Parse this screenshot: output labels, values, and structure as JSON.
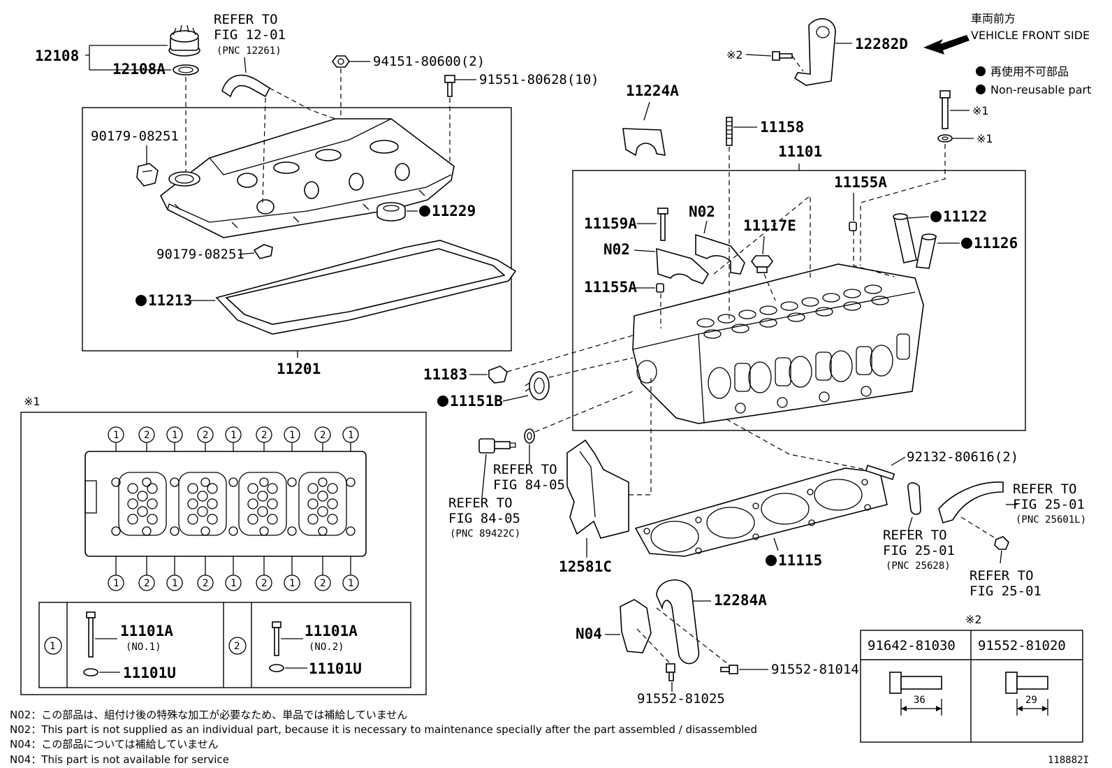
{
  "header": {
    "front_jp": "車両前方",
    "front_en": "VEHICLE FRONT SIDE",
    "legend_jp": "再使用不可部品",
    "legend_en": "Non-reusable part"
  },
  "labels": {
    "p12108": "12108",
    "p12108A": "12108A",
    "ref_12_01_a": "REFER TO",
    "ref_12_01_b": "FIG 12-01",
    "ref_12_01_c": "(PNC 12261)",
    "p94151": "94151-80600(2)",
    "p91551": "91551-80628(10)",
    "p90179_a": "90179-08251",
    "p90179_b": "90179-08251",
    "p11229": "11229",
    "p11213": "11213",
    "p11201": "11201",
    "p12282D": "12282D",
    "mark2_top": "※2",
    "p11224A": "11224A",
    "p11158": "11158",
    "p11101": "11101",
    "p11155A_top": "11155A",
    "mark1_bolt": "※1",
    "mark1_washer": "※1",
    "p11159A": "11159A",
    "pN02_a": "N02",
    "p11117E": "11117E",
    "pN02_b": "N02",
    "p11122": "11122",
    "p11126": "11126",
    "p11155A_mid": "11155A",
    "p11183": "11183",
    "p11151B": "11151B",
    "ref_84_05_a1": "REFER TO",
    "ref_84_05_a2": "FIG 84-05",
    "ref_84_05_b1": "REFER TO",
    "ref_84_05_b2": "FIG 84-05",
    "ref_84_05_b3": "(PNC 89422C)",
    "p92132": "92132-80616(2)",
    "ref_25_01_a1": "REFER TO",
    "ref_25_01_a2": "FIG 25-01",
    "ref_25_01_a3": "(PNC 25601L)",
    "ref_25_01_b1": "REFER TO",
    "ref_25_01_b2": "FIG 25-01",
    "ref_25_01_b3": "(PNC 25628)",
    "ref_25_01_c1": "REFER TO",
    "ref_25_01_c2": "FIG 25-01",
    "p12581C": "12581C",
    "p11115": "11115",
    "p12284A": "12284A",
    "pN04": "N04",
    "p91552_014": "91552-81014",
    "p91552_025": "91552-81025",
    "sec1_mark": "※1",
    "sec2_mark": "※2",
    "seq1": "1",
    "seq2": "2",
    "bolt1_pn": "11101A",
    "bolt1_no": "(NO.1)",
    "bolt1_wash": "11101U",
    "bolt2_pn": "11101A",
    "bolt2_no": "(NO.2)",
    "bolt2_wash": "11101U",
    "tbl_col1": "91642-81030",
    "tbl_col2": "91552-81020",
    "len1": "36",
    "len2": "29",
    "fig_id": "118882I"
  },
  "notes": [
    "N02：この部品は、組付け後の特殊な加工が必要なため、単品では補給していません",
    "N02：This part is not supplied as an individual part, because it is necessary to maintenance specially after the part assembled / disassembled",
    "N04：この部品については補給していません",
    "N04：This part is not available for service"
  ],
  "seq_top": [
    "1",
    "2",
    "1",
    "2",
    "1",
    "2",
    "1",
    "2",
    "1"
  ],
  "seq_bottom": [
    "1",
    "2",
    "1",
    "2",
    "1",
    "2",
    "1",
    "2",
    "1"
  ]
}
